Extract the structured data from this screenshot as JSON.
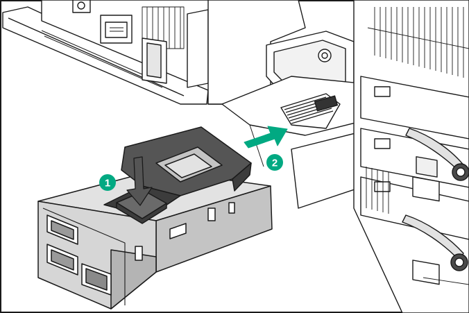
{
  "figure": {
    "callouts": [
      {
        "label": "1",
        "action": "press-latch"
      },
      {
        "label": "2",
        "action": "insert-module"
      }
    ],
    "colors": {
      "line": "#1a1a1a",
      "module_light": "#e2e2e2",
      "module_mid": "#c4c4c4",
      "module_dark": "#9a9a9a",
      "latch": "#555555",
      "latch_dark": "#3c3c3c",
      "button": "#6a6a6a",
      "arrow": "#01a982",
      "background": "#ffffff"
    },
    "icons": [
      "down-arrow-icon",
      "right-arrow-icon"
    ]
  }
}
